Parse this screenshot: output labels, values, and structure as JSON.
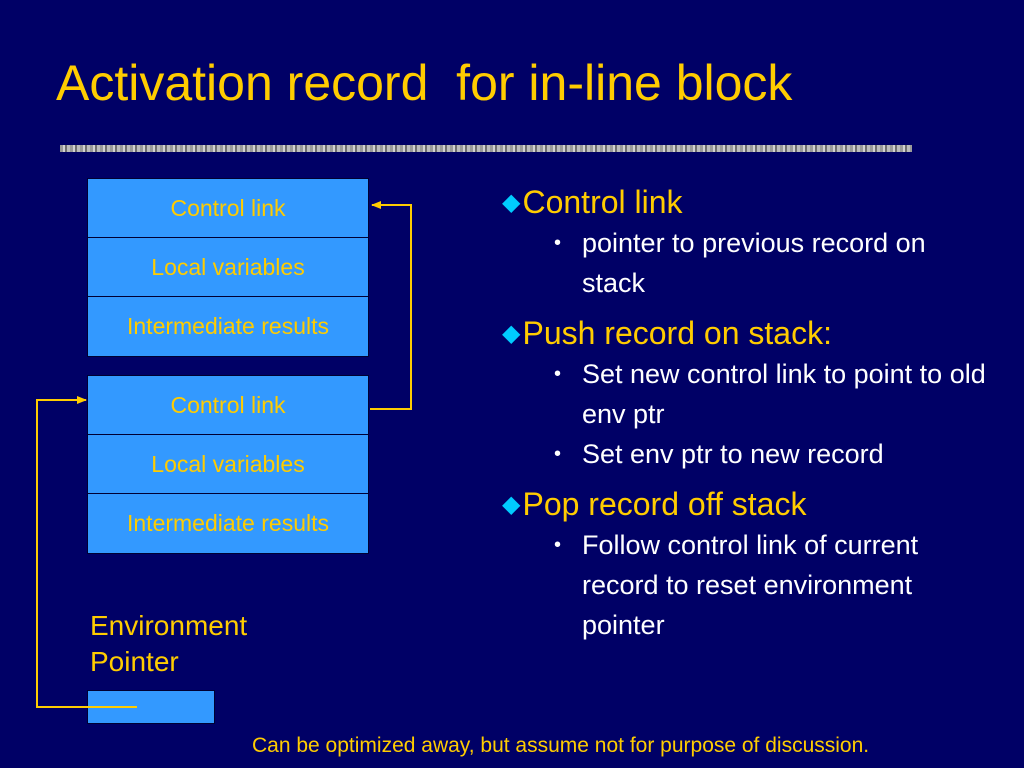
{
  "slide": {
    "title": "Activation record  for in-line block",
    "footnote": "Can be optimized away, but assume not for purpose of discussion."
  },
  "diagram": {
    "records": [
      {
        "cells": [
          "Control link",
          "Local variables",
          "Intermediate results"
        ]
      },
      {
        "cells": [
          "Control link",
          "Local variables",
          "Intermediate results"
        ]
      }
    ],
    "env_pointer_label": [
      "Environment",
      "Pointer"
    ],
    "colors": {
      "box": "#3399FF",
      "arrow": "#FFCC00",
      "text": "#FFCC00"
    }
  },
  "bullets": [
    {
      "heading": "Control link",
      "subs": [
        "pointer to previous record on stack"
      ]
    },
    {
      "heading": "Push record on stack:",
      "subs": [
        "Set new control link to point to old env ptr",
        "Set env ptr to new record"
      ]
    },
    {
      "heading": "Pop record off stack",
      "subs": [
        "Follow control link of current record to reset environment pointer"
      ]
    }
  ]
}
